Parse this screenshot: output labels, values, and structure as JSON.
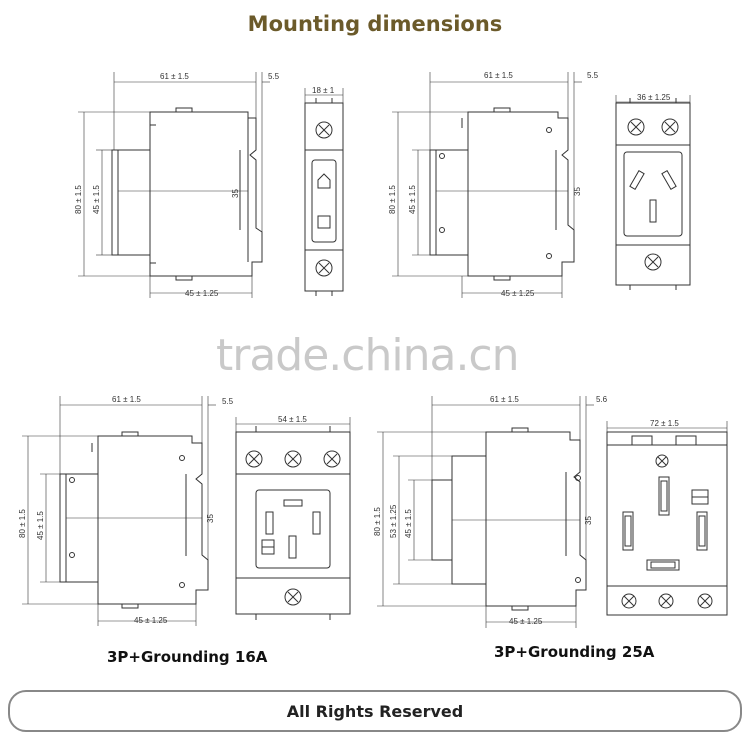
{
  "title": "Mounting dimensions",
  "watermark": "trade.china.cn",
  "captions": {
    "c16a": "3P+Grounding 16A",
    "c25a": "3P+Grounding 25A"
  },
  "footer": "All Rights Reserved",
  "dims": {
    "d1": {
      "width": "61 ± 1.5",
      "gap": "5.5",
      "height": "80 ± 1.5",
      "inner": "45 ± 1.5",
      "rail": "35",
      "base": "45 ± 1.25",
      "front": "18 ± 1"
    },
    "d2": {
      "width": "61 ± 1.5",
      "gap": "5.5",
      "height": "80 ± 1.5",
      "inner": "45 ± 1.5",
      "rail": "35",
      "base": "45 ± 1.25",
      "front": "36 ± 1.25"
    },
    "d3": {
      "width": "61 ± 1.5",
      "gap": "5.5",
      "height": "80 ± 1.5",
      "inner": "45 ± 1.5",
      "rail": "35",
      "base": "45 ± 1.25",
      "front": "54 ± 1.5"
    },
    "d4": {
      "width": "61 ± 1.5",
      "gap": "5.6",
      "height": "80 ± 1.5",
      "mid": "53 ± 1.25",
      "inner": "45 ± 1.5",
      "rail": "35",
      "base": "45 ± 1.25",
      "front": "72 ± 1.5"
    }
  }
}
